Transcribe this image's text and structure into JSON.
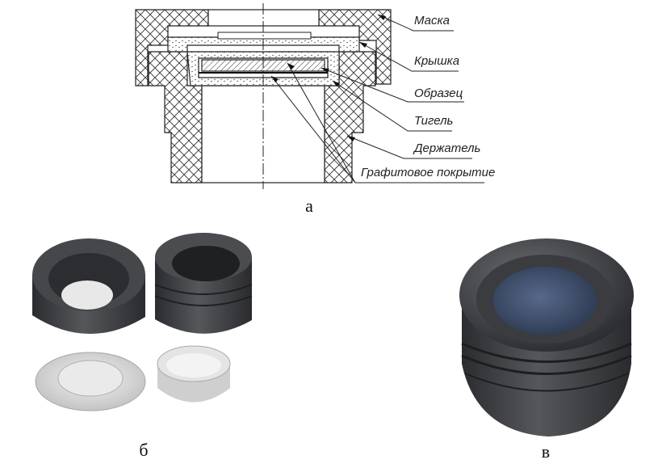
{
  "diagram": {
    "callouts": [
      {
        "id": "mask",
        "label": "Маска"
      },
      {
        "id": "lid",
        "label": "Крышка"
      },
      {
        "id": "sample",
        "label": "Образец"
      },
      {
        "id": "crucible",
        "label": "Тигель"
      },
      {
        "id": "holder",
        "label": "Держатель"
      },
      {
        "id": "coating",
        "label": "Графитовое покрытие"
      }
    ]
  },
  "panels": {
    "a": "а",
    "b": "б",
    "c": "в"
  },
  "colors": {
    "line": "#222222",
    "graphite": "#3a3b3e",
    "graphite_light": "#5a5c60",
    "plastic": "#d9d9d9",
    "sample_blue": "#4a5a78"
  }
}
